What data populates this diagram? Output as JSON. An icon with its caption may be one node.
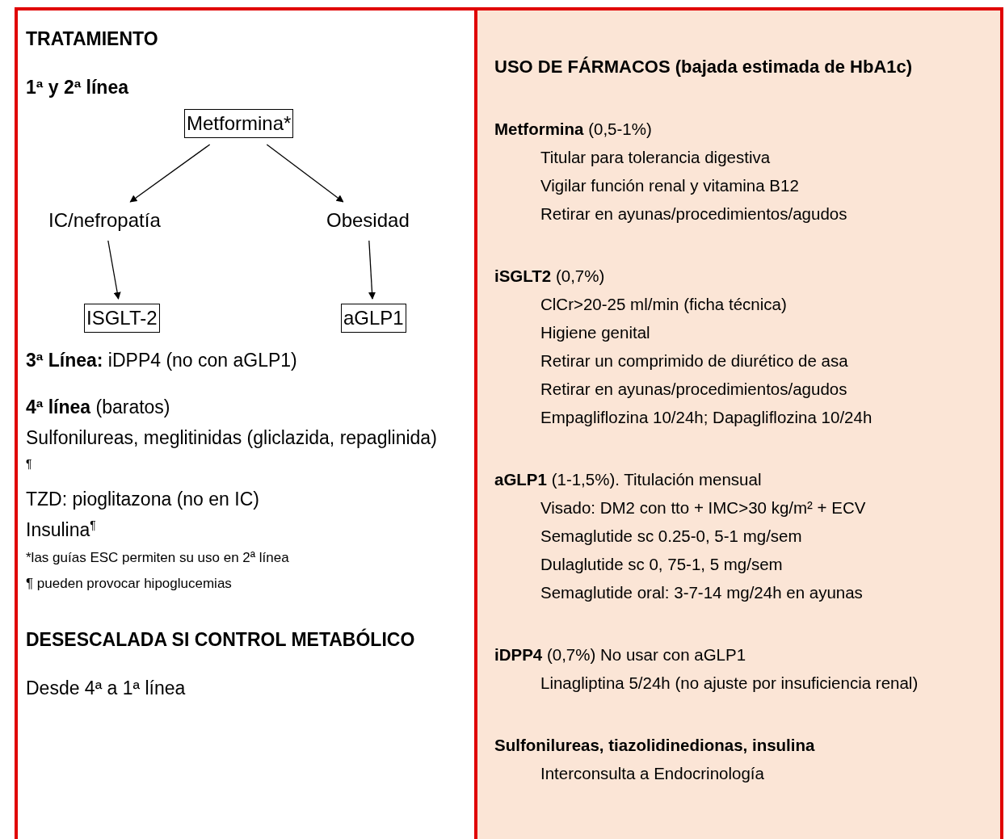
{
  "diagram": {
    "nodes": [
      {
        "text": [
          "TRATAMIENTO",
          "1ª y 2ª línea",
          "**3ª Línea:** iDPP4 (no con aGLP1)",
          "**4ª línea** (baratos)",
          "Sulfonilureas, meglitinidas (gliclazida, repaglinida) $^{¶}$",
          "TZD: pioglitazona (no en IC)",
          "Insulina$^{¶}$",
          "*las guías ESC permiten su uso en 2ª línea",
          "¶ pueden provocar hipoglucemias",
          "DESESCALADA SI CONTROL METABÓLICO",
          "Desde 4ª a 1ª línea"
        ]
      },
      {
        "text": [
          "Metformina*"
        ],
        "in": 0
      },
      {
        "text": [
          "IC/nefropatía"
        ],
        "in": 0
      },
      {
        "text": [
          "Obesidad"
        ],
        "in": 0
      },
      {
        "text": [
          "ISGLT-2"
        ],
        "in": 0
      },
      {
        "text": [
          "aGLP1"
        ],
        "in": 0
      },
      {
        "text": [
          "USO DE FÁRMACOS (bajada estimada de HbA1c)",
          "**Metformina** (0,5-1%)",
          "Titular para tolerancia digestiva",
          "Vigilar función renal y vitamina B12",
          "Retirar en ayunas/procedimientos/agudos",
          "**iSGLT2** (0,7%)",
          "ClCr>20-25 ml/min (ficha técnica)",
          "Higiene genital",
          "Retirar un comprimido de diurético de asa",
          "Retirar en ayunas/procedimientos/agudos",
          "Empagliflozina 10/24h; Dapagliflozina 10/24h",
          "**aGLP1** (1-1,5%). Titulación mensual",
          "Visado: DM2 con tto + IMC>30 kg/m² + ECV",
          "Semaglutide sc 0.25-0, 5-1 mg/sem",
          "Dulaglutide sc 0, 75-1, 5 mg/sem",
          "Semaglutide oral: 3-7-14 mg/24h en ayunas",
          "**iDPP4** (0,7%) No usar con aGLP1",
          "Linagliptina 5/24h (no ajuste por insuficiencia renal)",
          "Sulfonilureas, tiazolidinedionas, insulina",
          "Interconsulta a Endocrinología"
        ]
      }
    ],
    "edges": [
      {
        "from": 1,
        "to": 2,
        "arrow": "to"
      },
      {
        "from": 1,
        "to": 3,
        "arrow": "to"
      },
      {
        "from": 2,
        "to": 4,
        "arrow": "to"
      },
      {
        "from": 3,
        "to": 5,
        "arrow": "to"
      }
    ]
  }
}
